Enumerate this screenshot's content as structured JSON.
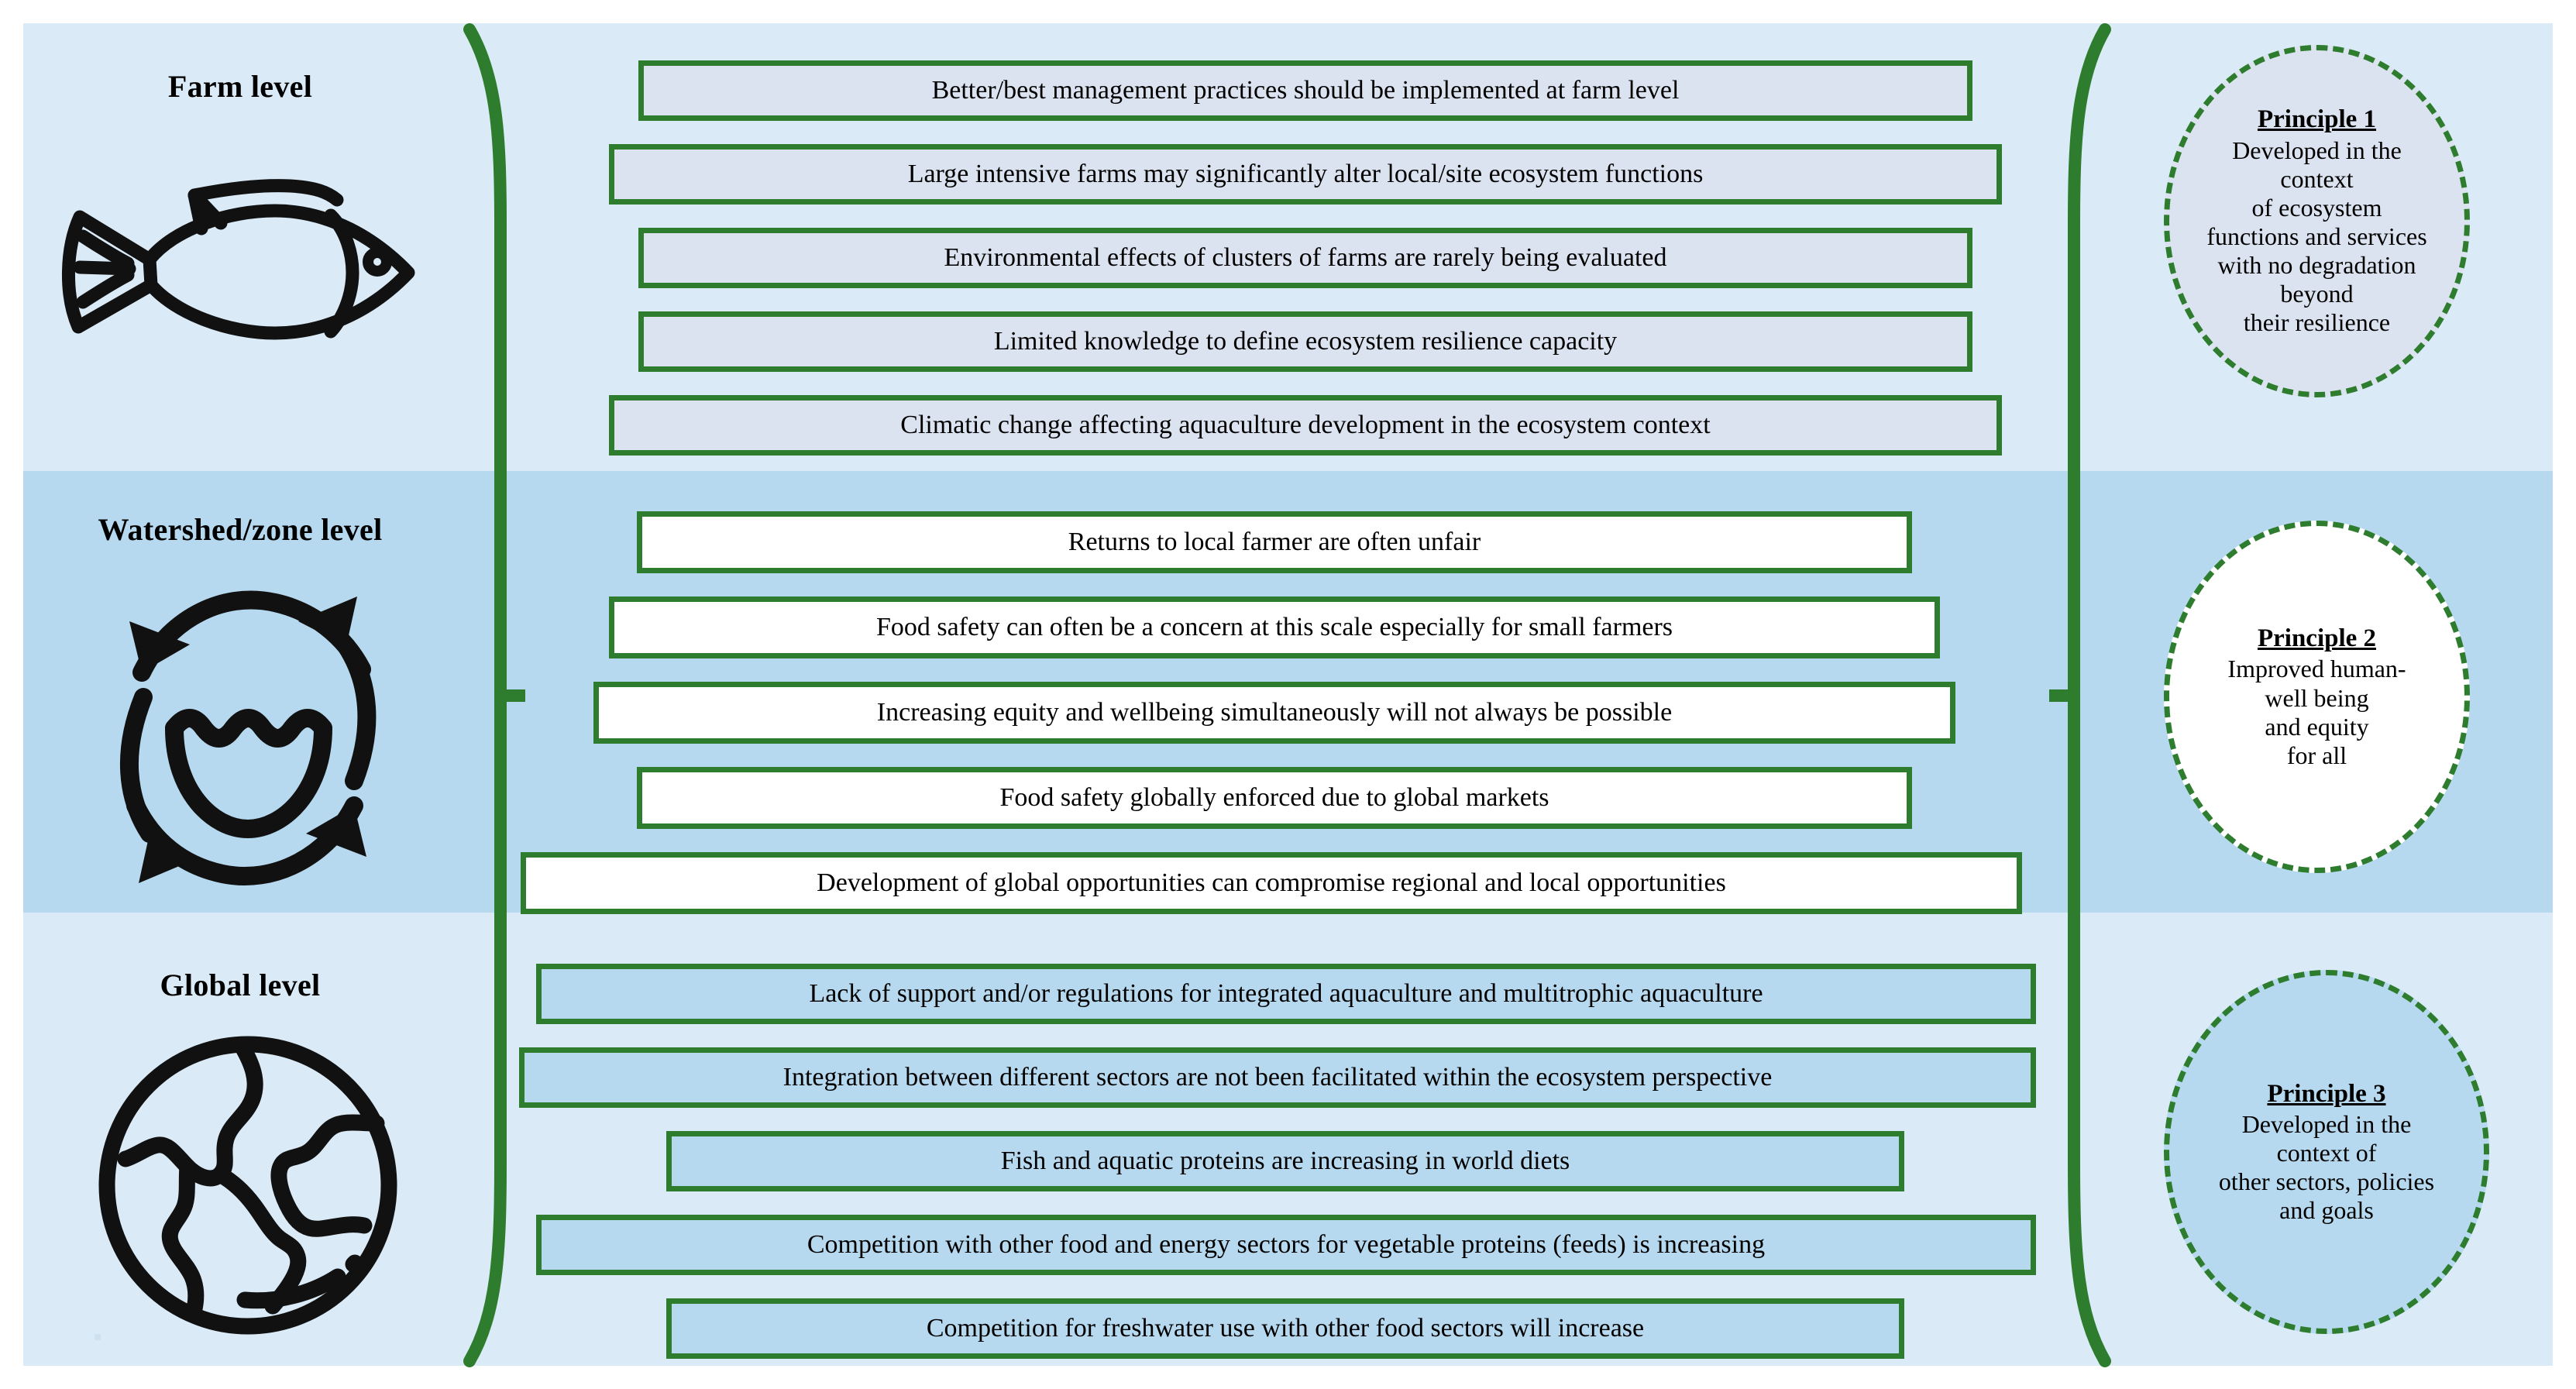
{
  "diagram": {
    "title": "Ecosystem approach to aquaculture — levels and principles",
    "colors": {
      "green_border": "#2e7d2e",
      "band_light": "#daebf7",
      "band_mid": "#b6d9ef",
      "box_farm_fill": "#dce3f0",
      "box_watershed_fill": "#ffffff",
      "box_global_fill": "#b6d9ef"
    }
  },
  "levels": [
    {
      "label": "Farm level",
      "icon": "fish-icon",
      "statements": [
        "Better/best management practices should be implemented at farm level",
        "Large intensive farms may significantly alter local/site ecosystem functions",
        "Environmental effects of clusters of farms are rarely being evaluated",
        "Limited knowledge to define ecosystem resilience capacity",
        "Climatic change affecting aquaculture development in the ecosystem context"
      ]
    },
    {
      "label": "Watershed/zone level",
      "icon": "water-cycle-icon",
      "statements": [
        "Returns to local farmer are often unfair",
        "Food safety can often be a concern at this scale especially for small farmers",
        "Increasing equity and wellbeing simultaneously will not always be possible",
        "Food safety globally enforced due to global markets",
        "Development of global opportunities can compromise regional and local opportunities"
      ]
    },
    {
      "label": "Global level",
      "icon": "globe-icon",
      "statements": [
        "Lack of support and/or regulations for integrated aquaculture and multitrophic aquaculture",
        "Integration between different sectors are not been facilitated within the ecosystem perspective",
        "Fish and aquatic proteins are increasing in world diets",
        "Competition with other food and energy sectors for vegetable proteins (feeds) is increasing",
        "Competition for freshwater use with other food sectors will increase"
      ]
    }
  ],
  "principles": [
    {
      "title": "Principle 1",
      "body": "Developed in the\ncontext\nof ecosystem\nfunctions and services\nwith no degradation\nbeyond\ntheir resilience"
    },
    {
      "title": "Principle 2",
      "body": "Improved human-\nwell being\nand equity\nfor all"
    },
    {
      "title": "Principle 3",
      "body": "Developed in the\ncontext of\nother sectors, policies\nand goals"
    }
  ]
}
